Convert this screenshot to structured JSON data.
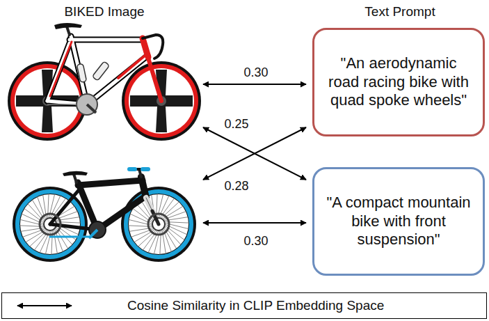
{
  "diagram": {
    "nodes": [
      {
        "text": [
          "\"An aerodynamic road racing bike with quad spoke wheels\""
        ]
      },
      {
        "text": [
          "\"A compact mountain bike with front suspension\""
        ]
      }
    ],
    "labels": [
      "BIKED Image",
      "Text Prompt",
      "0.30",
      "0.25",
      "0.28",
      "0.30"
    ],
    "legend": [
      {
        "text": "Cosine Similarity in CLIP Embedding Space"
      }
    ]
  }
}
